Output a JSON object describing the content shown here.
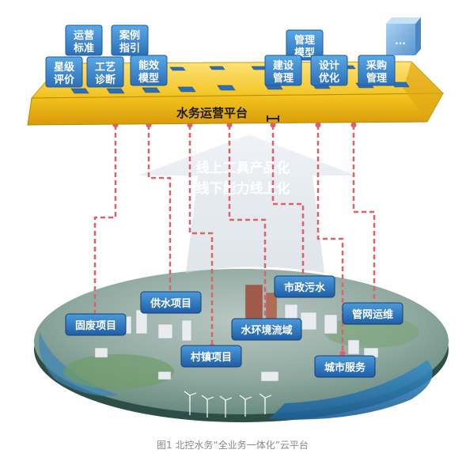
{
  "platform": {
    "label": "水务运营平台",
    "color": "#f2c21b",
    "connector_color": "#e0606a"
  },
  "top_modules": [
    {
      "id": "ops-standard",
      "line1": "运营",
      "line2": "标准"
    },
    {
      "id": "case-guide",
      "line1": "案例",
      "line2": "指引"
    },
    {
      "id": "star-rating",
      "line1": "星级",
      "line2": "评价"
    },
    {
      "id": "process-diagnosis",
      "line1": "工艺",
      "line2": "诊断"
    },
    {
      "id": "energy-model",
      "line1": "能效",
      "line2": "模型"
    },
    {
      "id": "management-model",
      "line1": "管理",
      "line2": "模型"
    },
    {
      "id": "construction-mgmt",
      "line1": "建设",
      "line2": "管理"
    },
    {
      "id": "design-optimization",
      "line1": "设计",
      "line2": "优化"
    },
    {
      "id": "procurement-mgmt",
      "line1": "采购",
      "line2": "管理"
    }
  ],
  "server": {
    "dots": "..."
  },
  "slogan": {
    "line1": "线上工具产品化",
    "line2": "线下能力线上化"
  },
  "business_labels": [
    {
      "id": "solid-waste",
      "text": "固废项目"
    },
    {
      "id": "water-supply",
      "text": "供水项目"
    },
    {
      "id": "village-town",
      "text": "村镇项目"
    },
    {
      "id": "water-env-basin",
      "text": "水环境流域"
    },
    {
      "id": "municipal-sewage",
      "text": "市政污水"
    },
    {
      "id": "pipe-network-ops",
      "text": "管网运维"
    },
    {
      "id": "city-service",
      "text": "城市服务"
    }
  ],
  "caption": "图1 北控水务“全业务一体化”云平台"
}
